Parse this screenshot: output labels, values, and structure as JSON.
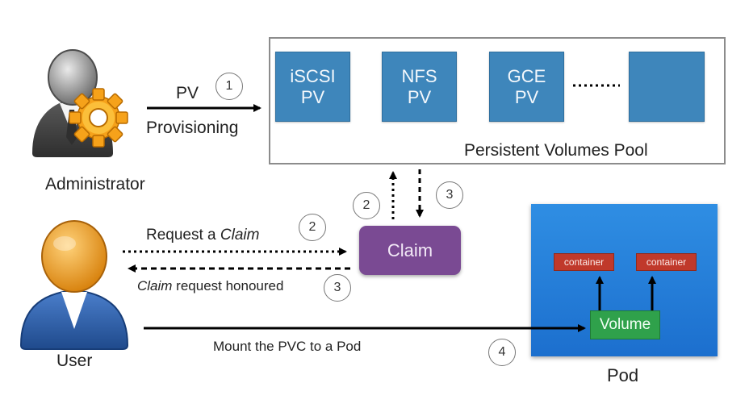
{
  "actors": {
    "administrator": "Administrator",
    "user": "User"
  },
  "pool": {
    "caption": "Persistent Volumes Pool",
    "volumes": [
      {
        "line1": "iSCSI",
        "line2": "PV"
      },
      {
        "line1": "NFS",
        "line2": "PV"
      },
      {
        "line1": "GCE",
        "line2": "PV"
      },
      {
        "line1": "",
        "line2": ""
      }
    ]
  },
  "provisioning": {
    "line1": "PV",
    "line2": "Provisioning"
  },
  "claim": {
    "label": "Claim"
  },
  "request": {
    "prefix": "Request a ",
    "claim_word": "Claim"
  },
  "honoured": {
    "claim_word": "Claim",
    "suffix": " request honoured"
  },
  "mount": {
    "label": "Mount the PVC to a Pod"
  },
  "pod": {
    "label": "Pod",
    "containers": [
      "container",
      "container"
    ],
    "volume": "Volume"
  },
  "steps": [
    "1",
    "2",
    "3",
    "2",
    "3",
    "4"
  ],
  "colors": {
    "pv_fill": "#3e86bb",
    "claim_fill": "#7a4a93",
    "pod_fill": "#2384dc",
    "container_fill": "#c0392b",
    "volume_fill": "#2fa14b",
    "admin_gear": "#f6a21a",
    "user_head": "#f0a52a",
    "user_body": "#2c5ea8"
  }
}
